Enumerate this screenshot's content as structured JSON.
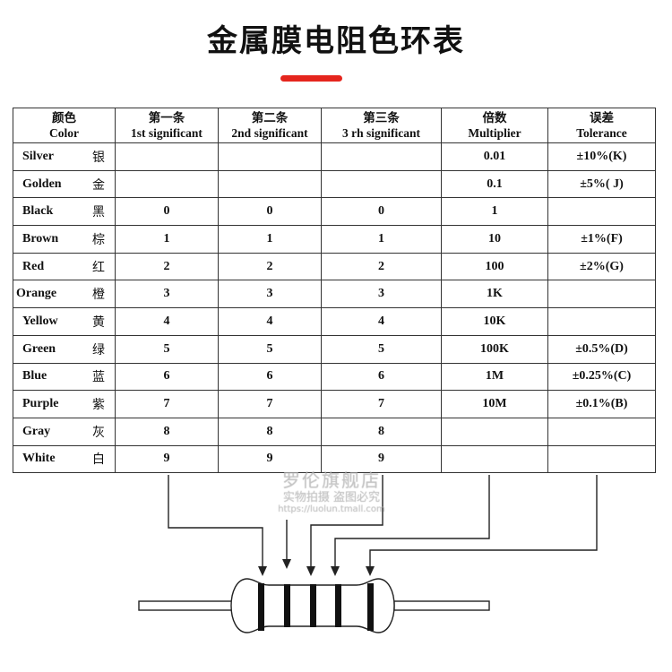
{
  "title": "金属膜电阻色环表",
  "accent_color": "#e5251d",
  "headers": [
    {
      "zh": "颜色",
      "en": "Color"
    },
    {
      "zh": "第一条",
      "en": "1st significant"
    },
    {
      "zh": "第二条",
      "en": "2nd significant"
    },
    {
      "zh": "第三条",
      "en": "3 rh significant"
    },
    {
      "zh": "倍数",
      "en": "Multiplier"
    },
    {
      "zh": "误差",
      "en": "Tolerance"
    }
  ],
  "rows": [
    {
      "color": "Silver",
      "zh": "银",
      "d1": "",
      "d2": "",
      "d3": "",
      "mult": "0.01",
      "tol": "±10%(K)"
    },
    {
      "color": "Golden",
      "zh": "金",
      "d1": "",
      "d2": "",
      "d3": "",
      "mult": "0.1",
      "tol": "±5%( J)"
    },
    {
      "color": "Black",
      "zh": "黑",
      "d1": "0",
      "d2": "0",
      "d3": "0",
      "mult": "1",
      "tol": ""
    },
    {
      "color": "Brown",
      "zh": "棕",
      "d1": "1",
      "d2": "1",
      "d3": "1",
      "mult": "10",
      "tol": "±1%(F)"
    },
    {
      "color": "Red",
      "zh": "红",
      "d1": "2",
      "d2": "2",
      "d3": "2",
      "mult": "100",
      "tol": "±2%(G)"
    },
    {
      "color": "Orange",
      "zh": "橙",
      "d1": "3",
      "d2": "3",
      "d3": "3",
      "mult": "1K",
      "tol": ""
    },
    {
      "color": "Yellow",
      "zh": "黄",
      "d1": "4",
      "d2": "4",
      "d3": "4",
      "mult": "10K",
      "tol": ""
    },
    {
      "color": "Green",
      "zh": "绿",
      "d1": "5",
      "d2": "5",
      "d3": "5",
      "mult": "100K",
      "tol": "±0.5%(D)"
    },
    {
      "color": "Blue",
      "zh": "蓝",
      "d1": "6",
      "d2": "6",
      "d3": "6",
      "mult": "1M",
      "tol": "±0.25%(C)"
    },
    {
      "color": "Purple",
      "zh": "紫",
      "d1": "7",
      "d2": "7",
      "d3": "7",
      "mult": "10M",
      "tol": "±0.1%(B)"
    },
    {
      "color": "Gray",
      "zh": "灰",
      "d1": "8",
      "d2": "8",
      "d3": "8",
      "mult": "",
      "tol": ""
    },
    {
      "color": "White",
      "zh": "白",
      "d1": "9",
      "d2": "9",
      "d3": "9",
      "mult": "",
      "tol": ""
    }
  ],
  "watermark": {
    "line1": "罗伦旗舰店",
    "line2": "实物拍摄 盗图必究",
    "line3": "https://luolun.tmall.com"
  }
}
